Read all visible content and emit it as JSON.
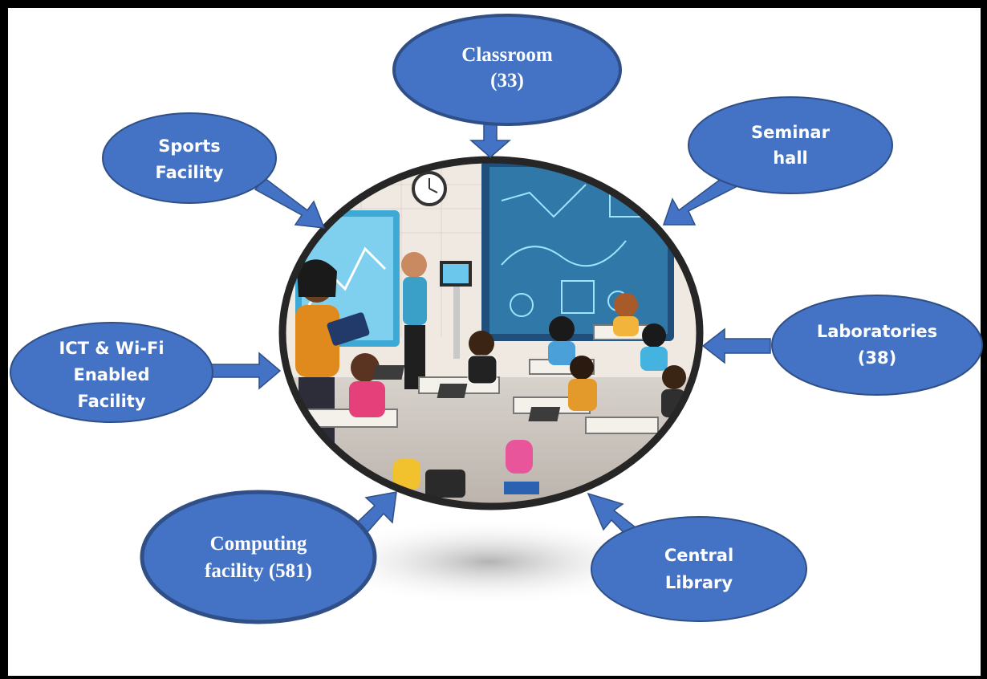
{
  "diagram": {
    "center_image": "classroom-illustration",
    "colors": {
      "node_fill": "#4472C4",
      "node_stroke": "#2F4F86",
      "arrow": "#4472C4",
      "ring": "#262626",
      "frame": "#000000"
    },
    "nodes": {
      "classroom": {
        "line1": "Classroom",
        "line2": "(33)"
      },
      "seminar": {
        "line1": "Seminar",
        "line2": "hall"
      },
      "laboratories": {
        "line1": "Laboratories",
        "line2": "(38)"
      },
      "library": {
        "line1": "Central",
        "line2": "Library"
      },
      "computing": {
        "line1": "Computing",
        "line2": "facility (581)"
      },
      "ict": {
        "line1": "ICT & Wi-Fi",
        "line2": "Enabled",
        "line3": "Facility"
      },
      "sports": {
        "line1": "Sports",
        "line2": "Facility"
      }
    }
  }
}
